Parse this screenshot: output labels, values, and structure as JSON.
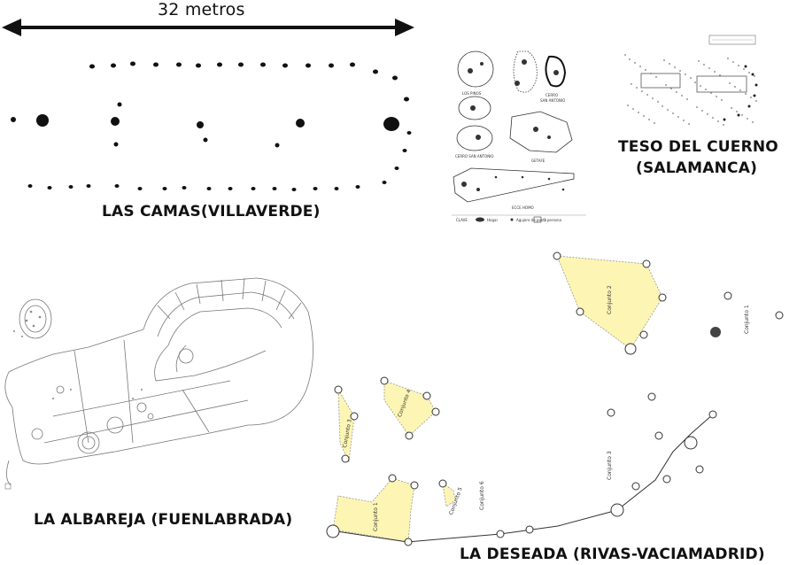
{
  "scale_label": "32 metros",
  "sites": {
    "las_camas": "LAS CAMAS(VILLAVERDE)",
    "teso": "TESO DEL CUERNO",
    "teso_region": "(SALAMANCA)",
    "albareja": "LA ALBAREJA (FUENLABRADA)",
    "deseada": "LA DESEADA (RIVAS-VACIAMADRID)"
  },
  "inset": {
    "labels": [
      "LOS PINOS",
      "CERRO SAN ANTONIO",
      "GETAFE",
      "CERRO SAN ANTONIO",
      "ECCE HOMO"
    ],
    "key": [
      "CLAVE",
      "Hogar",
      "Agujero de poste",
      "1 persona"
    ]
  },
  "deseada_labels": [
    "Conjunto 1",
    "Conjunto 2",
    "Conjunto 3",
    "Conjunto 4",
    "Conjunto 5",
    "Conjunto 6"
  ],
  "colors": {
    "fill": "#fdf5b4",
    "ink": "#111111"
  }
}
